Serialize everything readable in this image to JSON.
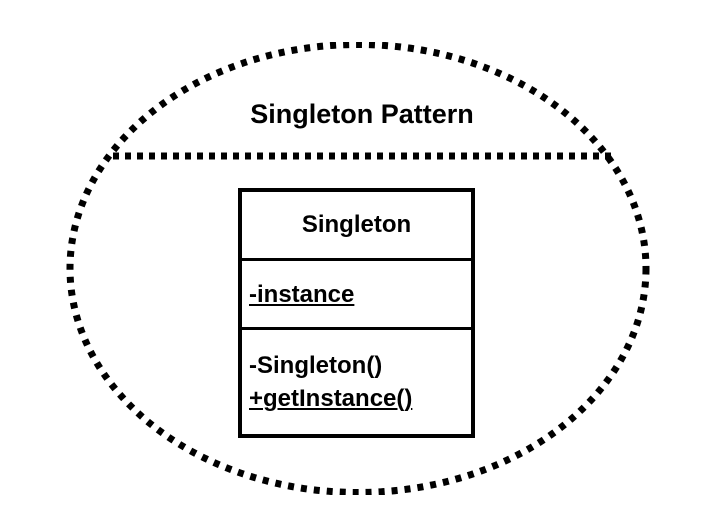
{
  "diagram": {
    "type": "uml-class-diagram",
    "pattern_title": "Singleton Pattern",
    "boundary": {
      "shape": "ellipse",
      "stroke_style": "dotted",
      "stroke_color": "#000000"
    },
    "divider": {
      "stroke_style": "dotted",
      "stroke_color": "#000000"
    },
    "background_color": "#ffffff",
    "foreground_color": "#000000"
  },
  "class_box": {
    "name": "Singleton",
    "border_color": "#000000",
    "fill_color": "#ffffff",
    "attributes": [
      {
        "text": "-instance",
        "visibility": "private",
        "static": true
      }
    ],
    "methods": [
      {
        "text": "-Singleton()",
        "visibility": "private",
        "static": false
      },
      {
        "text": "+getInstance()",
        "visibility": "public",
        "static": true
      }
    ]
  }
}
